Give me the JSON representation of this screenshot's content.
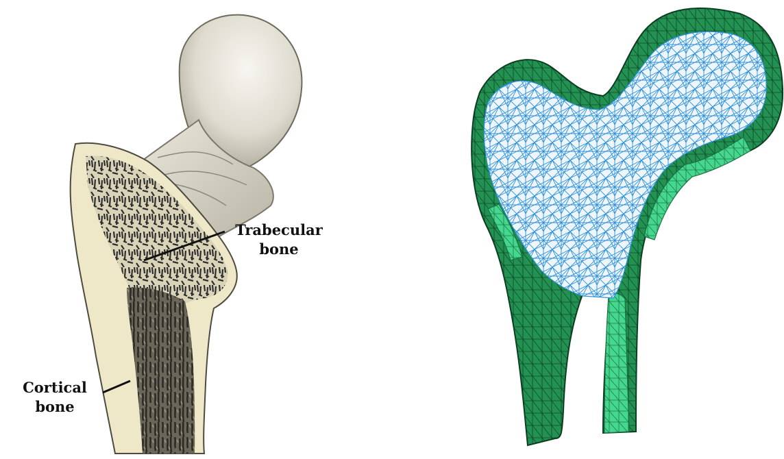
{
  "labels": {
    "trabecular": {
      "line1": "Trabecular",
      "line2": "bone"
    },
    "cortical": {
      "line1": "Cortical",
      "line2": "bone"
    }
  },
  "colors": {
    "background": "#ffffff",
    "cortical_bone": "#efe8c8",
    "trabecular_pattern": "#3a3a3a",
    "femoral_head": "#e8e6dc",
    "mesh_shell_dark": "#1f7a43",
    "mesh_shell_light": "#3fcf8a",
    "mesh_trabecular": "#2a8fd6"
  },
  "panels": [
    {
      "name": "anatomical-illustration"
    },
    {
      "name": "finite-element-mesh"
    }
  ]
}
